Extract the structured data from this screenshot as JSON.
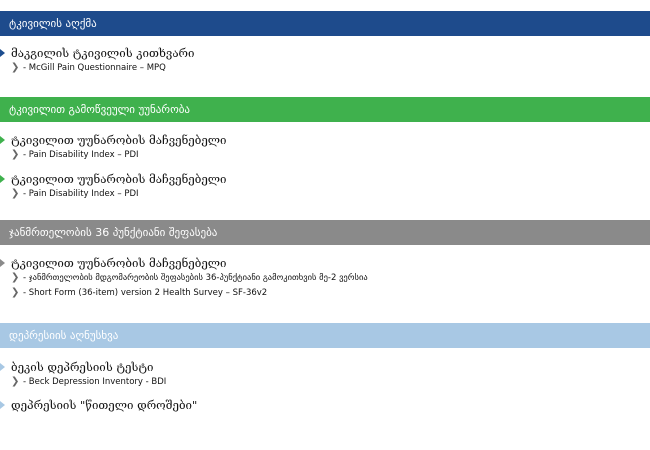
{
  "colors": {
    "section1": "#1e4b8c",
    "section2": "#3fb14d",
    "section3": "#8a8a8a",
    "section4": "#a8c8e4",
    "bullet1": "#1d4e8f",
    "bullet2": "#3fb14d",
    "bullet3": "#8a8a8a",
    "bullet4": "#a8c8e4"
  },
  "sections": [
    {
      "title": "ტკივილის აღქმა",
      "items": [
        {
          "title": "მაკგილის ტკივილის კითხვარი",
          "subs": [
            "- McGill Pain Questionnaire – MPQ"
          ]
        }
      ]
    },
    {
      "title": "ტკივილით გამოწვეული უუნარობა",
      "items": [
        {
          "title": "ტკივილით უუნარობის მაჩვენებელი",
          "subs": [
            "- Pain Disability Index – PDI"
          ]
        },
        {
          "title": "ტკივილით უუნარობის მაჩვენებელი",
          "subs": [
            "- Pain Disability Index – PDI"
          ]
        }
      ]
    },
    {
      "title": "ჯანმრთელობის 36 პუნქტიანი შეფასება",
      "items": [
        {
          "title": "ტკივილით უუნარობის მაჩვენებელი",
          "subs": [
            "- ჯანმრთელობის მდგომარეობის შეფასების 36-პუნქტიანი გამოკითხვის მე-2 ვერსია",
            "- Short Form (36-item) version 2 Health Survey – SF-36v2"
          ]
        }
      ]
    },
    {
      "title": "დეპრესიის აღნუსხვა",
      "items": [
        {
          "title": "ბეკის დეპრესიის ტესტი",
          "subs": [
            "- Beck Depression Inventory - BDI"
          ]
        },
        {
          "title": "დეპრესიის \"წითელი დროშები\"",
          "subs": []
        }
      ]
    }
  ],
  "chevron_glyph": "❯"
}
